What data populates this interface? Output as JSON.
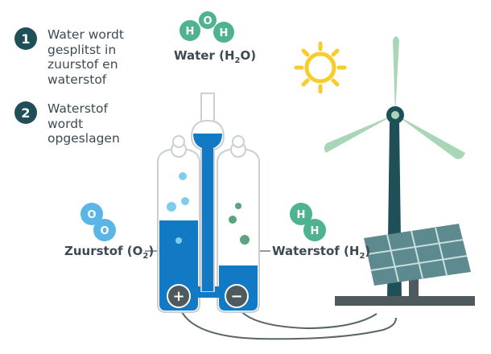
{
  "steps": [
    {
      "number": "1",
      "text": "Water wordt gesplitst in zuurstof en waterstof"
    },
    {
      "number": "2",
      "text": "Waterstof wordt opgeslagen"
    }
  ],
  "labels": {
    "water": {
      "text": "Water (H",
      "sub": "2",
      "after": "O)"
    },
    "oxygen": {
      "text": "Zuurstof (O",
      "sub": "2",
      "after": ")"
    },
    "hydrogen": {
      "text": "Waterstof (H",
      "sub": "2",
      "after": ")"
    }
  },
  "molecules": {
    "water": [
      "H",
      "O",
      "H"
    ],
    "oxygen": [
      "O",
      "O"
    ],
    "hydrogen": [
      "H",
      "H"
    ]
  },
  "electrodes": {
    "anode": "+",
    "cathode": "−"
  },
  "colors": {
    "dark_teal": "#1f4f57",
    "text": "#3e4a52",
    "water_blue": "#1279c4",
    "bubble_light": "#7fcdee",
    "bubble_green": "#5aa37e",
    "molecule_teal": "#4fb391",
    "molecule_blue": "#5ab6e6",
    "turbine_green": "#a8d6b6",
    "sun_yellow": "#f6cd2c",
    "solar_blue": "#5c8a8e",
    "grey": "#4f5a5f"
  }
}
